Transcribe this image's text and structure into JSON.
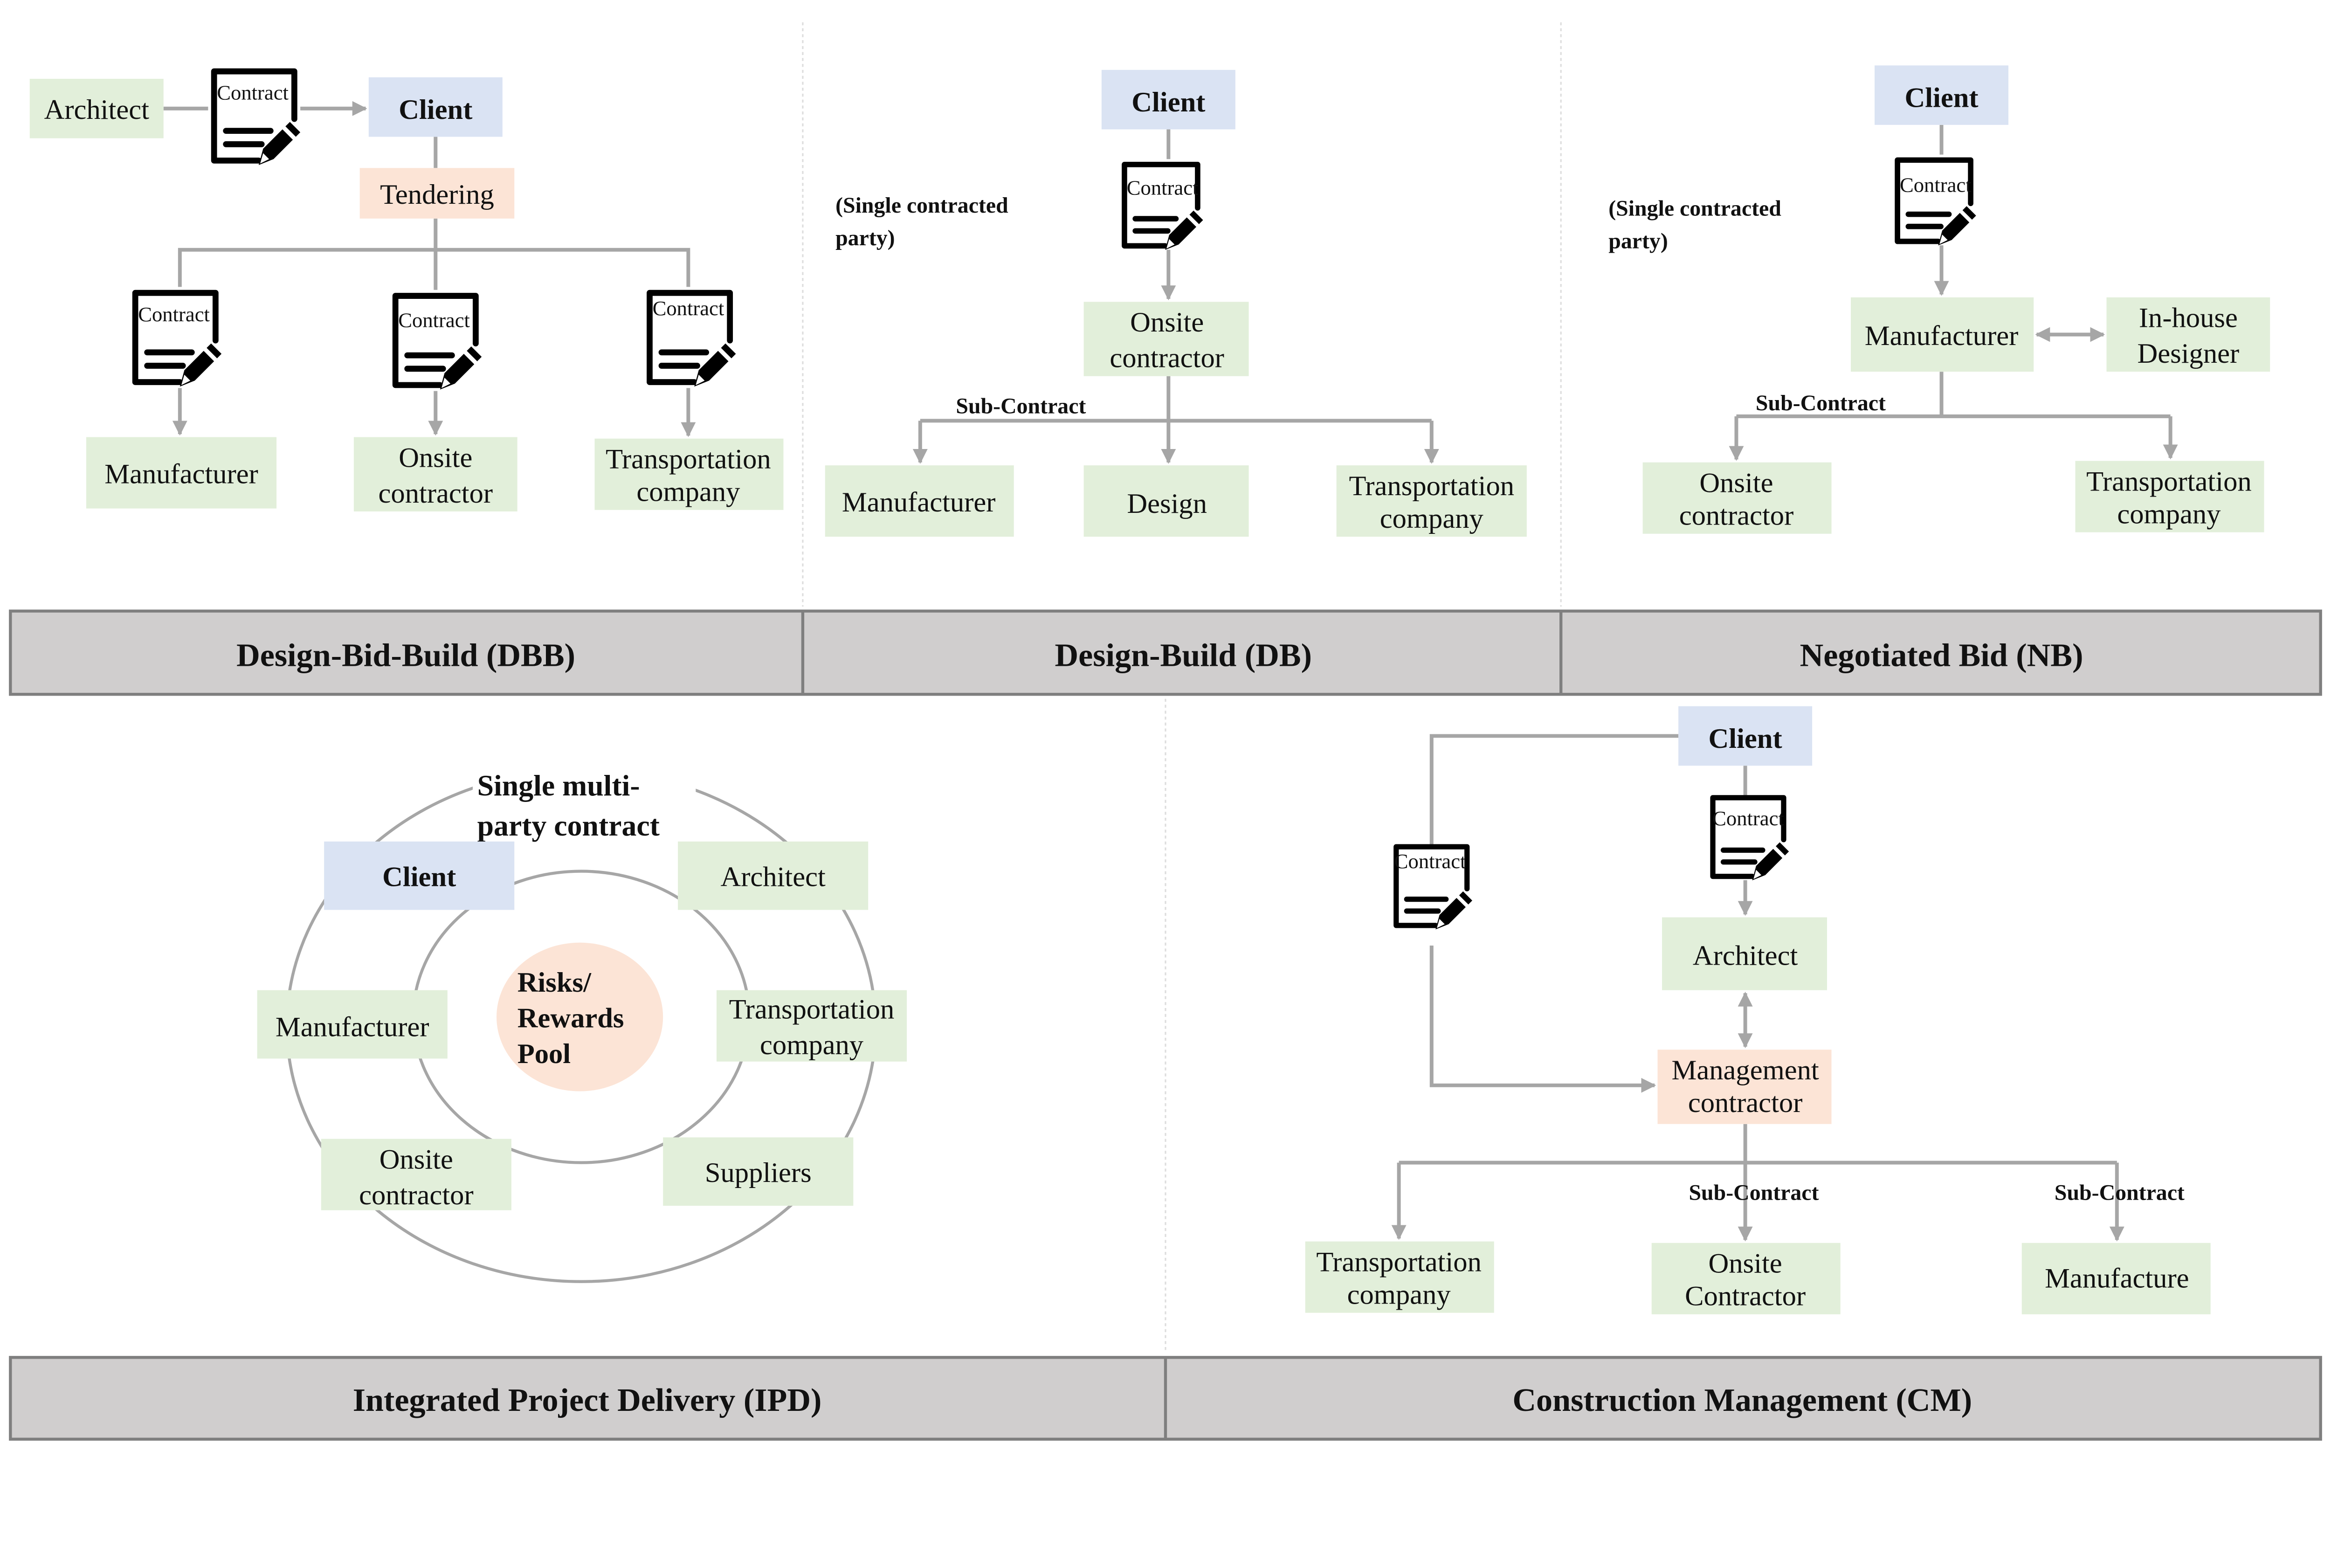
{
  "colors": {
    "actor_box": "#e2efda",
    "client_box": "#dae3f3",
    "process_box": "#fce4d6",
    "header_bar": "#d0cece",
    "connector": "#a6a6a6"
  },
  "contract_label": "Contract",
  "dbb": {
    "title": "Design-Bid-Build (DBB)",
    "architect": "Architect",
    "client": "Client",
    "tendering": "Tendering",
    "manufacturer": "Manufacturer",
    "onsite": [
      "Onsite",
      "contractor"
    ],
    "transport": [
      "Transportation",
      "company"
    ]
  },
  "db": {
    "title": "Design-Build (DB)",
    "client": "Client",
    "note": [
      "(Single contracted",
      "party)"
    ],
    "onsite": [
      "Onsite",
      "contractor"
    ],
    "subcontract": "Sub-Contract",
    "manufacturer": "Manufacturer",
    "design": "Design",
    "transport": [
      "Transportation",
      "company"
    ]
  },
  "nb": {
    "title": "Negotiated Bid (NB)",
    "client": "Client",
    "note": [
      "(Single contracted",
      "party)"
    ],
    "manufacturer": "Manufacturer",
    "designer": [
      "In-house",
      "Designer"
    ],
    "subcontract": "Sub-Contract",
    "onsite": [
      "Onsite",
      "contractor"
    ],
    "transport": [
      "Transportation",
      "company"
    ]
  },
  "ipd": {
    "title": "Integrated Project Delivery (IPD)",
    "contract_note": [
      "Single multi-",
      "party contract"
    ],
    "client": "Client",
    "architect": "Architect",
    "manufacturer": "Manufacturer",
    "transport": [
      "Transportation",
      "company"
    ],
    "pool": [
      "Risks/",
      "Rewards",
      "Pool"
    ],
    "onsite": [
      "Onsite",
      "contractor"
    ],
    "suppliers": "Suppliers"
  },
  "cm": {
    "title": "Construction Management (CM)",
    "client": "Client",
    "architect": "Architect",
    "management": [
      "Management",
      "contractor"
    ],
    "subcontract": "Sub-Contract",
    "transport": [
      "Transportation",
      "company"
    ],
    "onsite": [
      "Onsite",
      "Contractor"
    ],
    "manufacture": "Manufacture"
  }
}
